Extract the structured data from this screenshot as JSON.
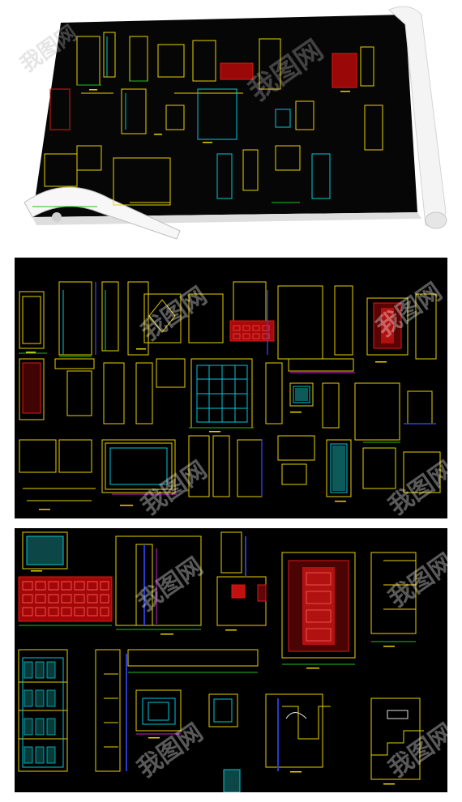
{
  "watermark": {
    "text": "我图网"
  },
  "colors": {
    "background": "#ffffff",
    "canvas": "#000000",
    "line_yellow": "#e8d000",
    "line_cyan": "#00c8d8",
    "line_red": "#e01818",
    "line_green": "#20c020",
    "line_blue": "#3040e0",
    "line_magenta": "#d020d0",
    "line_white": "#e0e0e0"
  },
  "sheets": [
    {
      "name": "top-rolled-sheet"
    },
    {
      "name": "middle-sheet"
    },
    {
      "name": "bottom-sheet"
    }
  ]
}
